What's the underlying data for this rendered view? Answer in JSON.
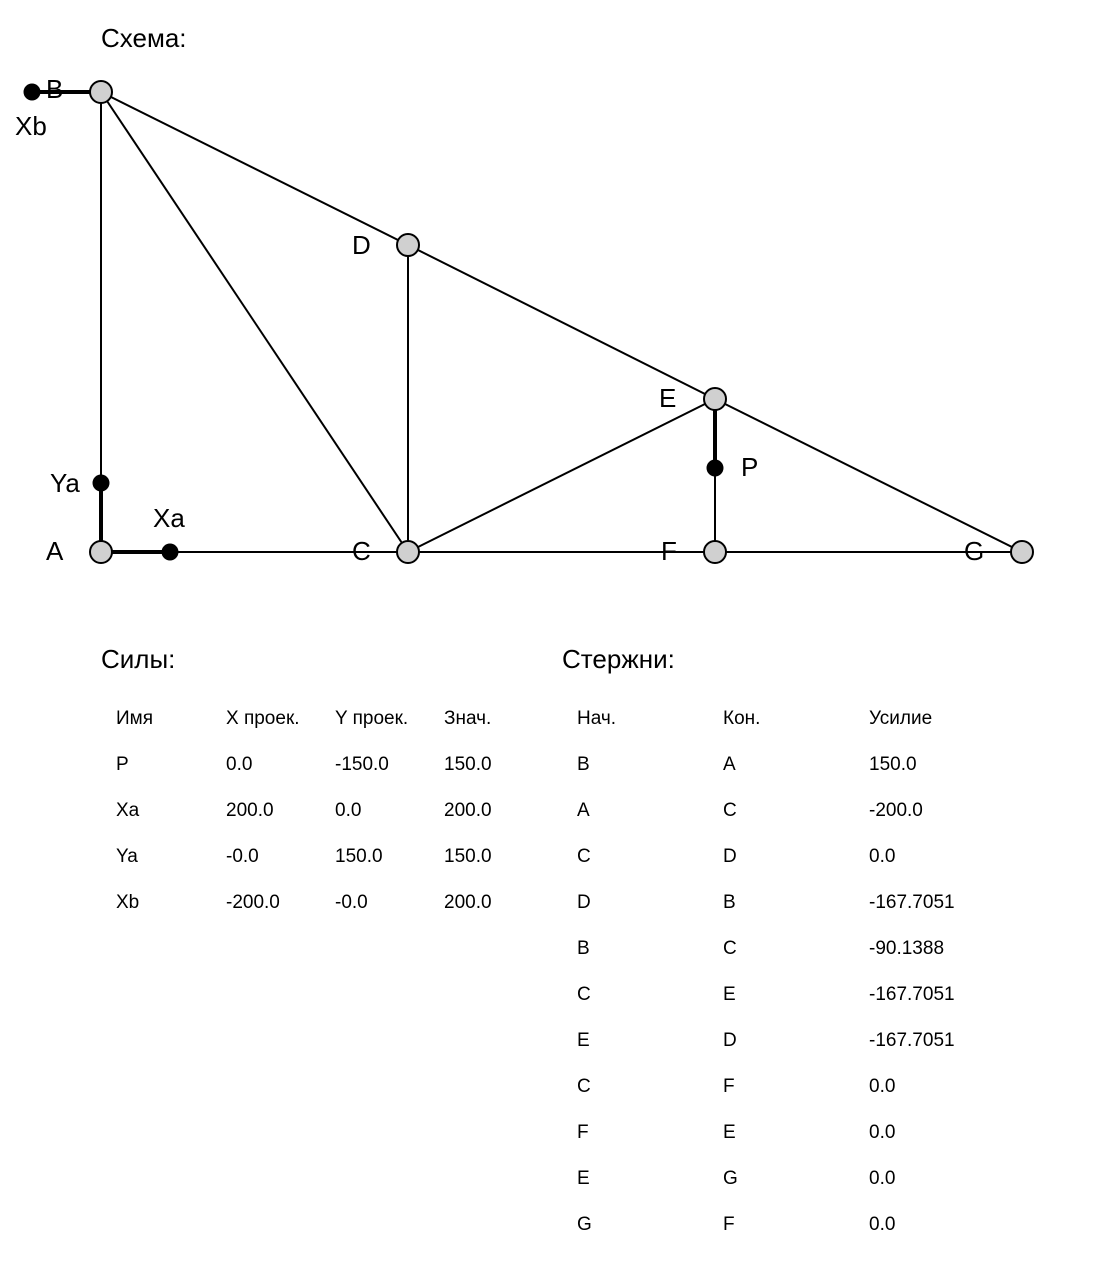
{
  "scheme": {
    "title": "Схема:",
    "nodes": [
      {
        "name": "A"
      },
      {
        "name": "B"
      },
      {
        "name": "C"
      },
      {
        "name": "D"
      },
      {
        "name": "E"
      },
      {
        "name": "F"
      },
      {
        "name": "G"
      }
    ],
    "forces": [
      {
        "name": "P",
        "node": "E"
      },
      {
        "name": "Xa",
        "node": "A"
      },
      {
        "name": "Ya",
        "node": "A"
      },
      {
        "name": "Xb",
        "node": "B"
      }
    ]
  },
  "forces_section": {
    "title": "Силы:",
    "headers": [
      "Имя",
      "X проек.",
      "Y проек.",
      "Знач."
    ],
    "rows": [
      [
        "P",
        "0.0",
        "-150.0",
        "150.0"
      ],
      [
        "Xa",
        "200.0",
        "0.0",
        "200.0"
      ],
      [
        "Ya",
        "-0.0",
        "150.0",
        "150.0"
      ],
      [
        "Xb",
        "-200.0",
        "-0.0",
        "200.0"
      ]
    ]
  },
  "rods_section": {
    "title": "Стержни:",
    "headers": [
      "Нач.",
      "Кон.",
      "Усилие"
    ],
    "rows": [
      [
        "B",
        "A",
        "150.0"
      ],
      [
        "A",
        "C",
        "-200.0"
      ],
      [
        "C",
        "D",
        "0.0"
      ],
      [
        "D",
        "B",
        "-167.7051"
      ],
      [
        "B",
        "C",
        "-90.1388"
      ],
      [
        "C",
        "E",
        "-167.7051"
      ],
      [
        "E",
        "D",
        "-167.7051"
      ],
      [
        "C",
        "F",
        "0.0"
      ],
      [
        "F",
        "E",
        "0.0"
      ],
      [
        "E",
        "G",
        "0.0"
      ],
      [
        "G",
        "F",
        "0.0"
      ]
    ]
  },
  "colors": {
    "node_fill": "#d0d0d0",
    "line": "#000000",
    "force_dot": "#000000"
  }
}
